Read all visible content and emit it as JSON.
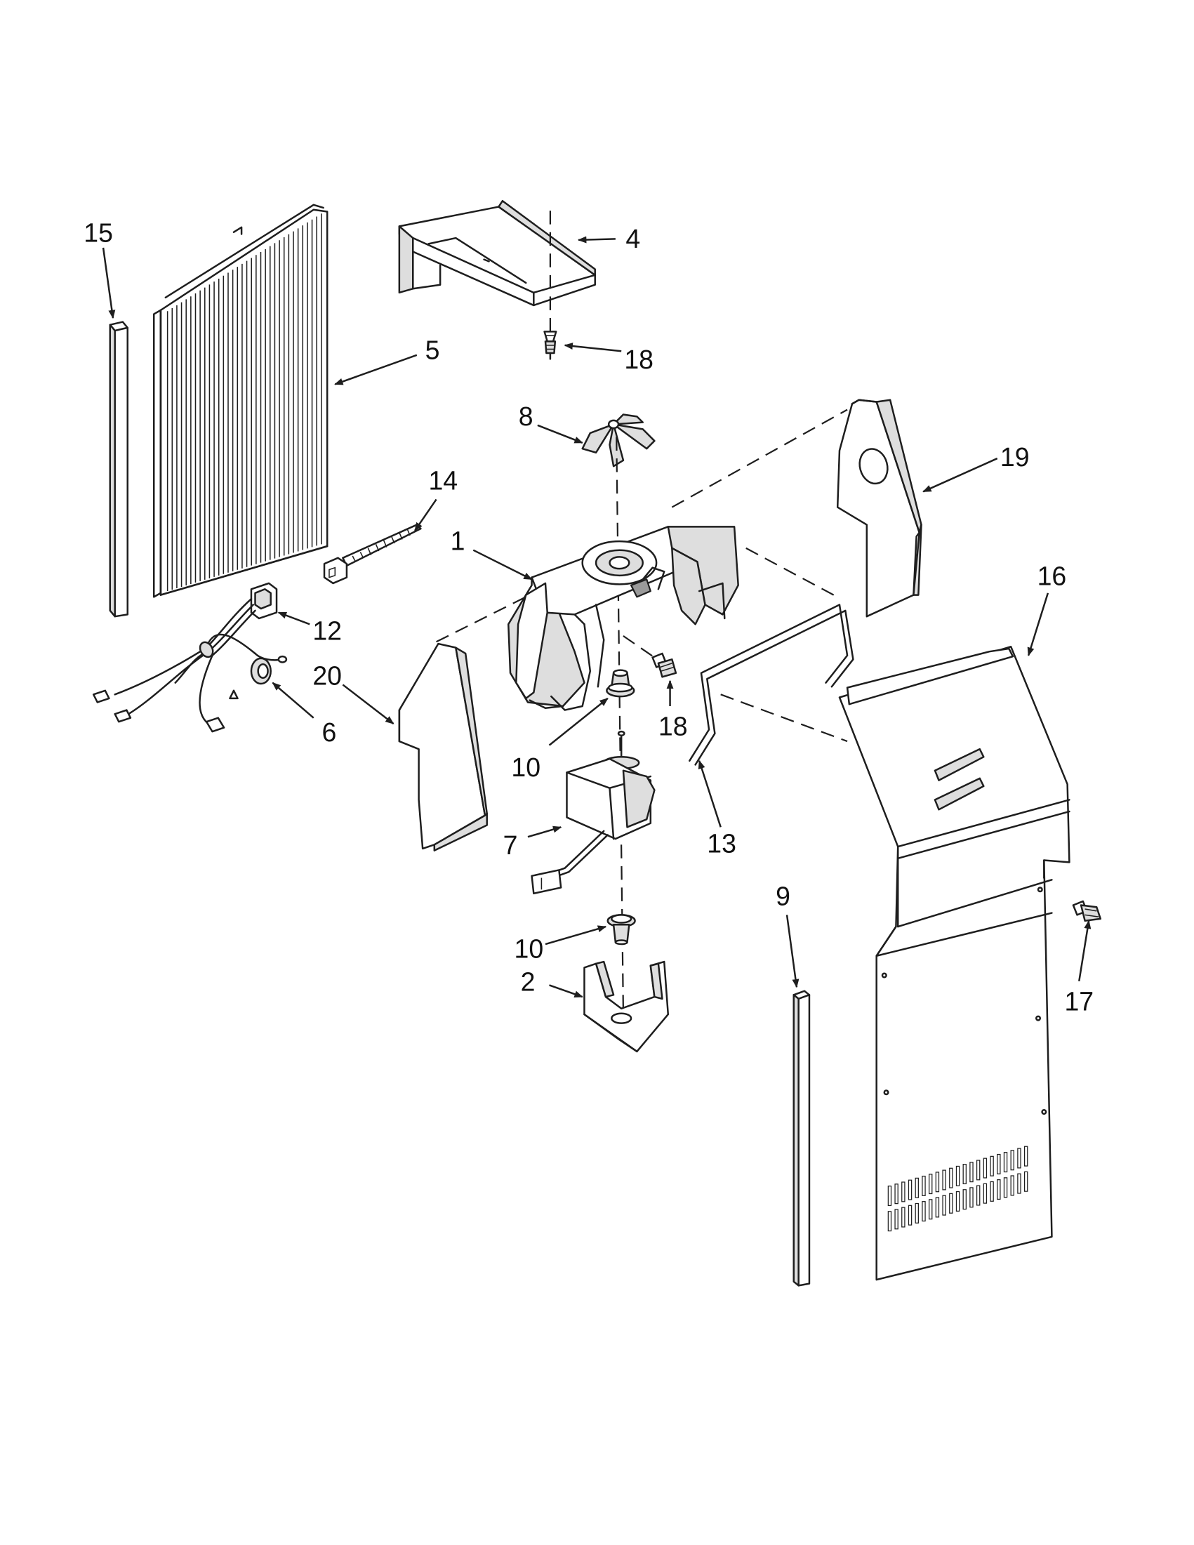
{
  "callouts": [
    {
      "id": "c15",
      "label": "15"
    },
    {
      "id": "c5",
      "label": "5"
    },
    {
      "id": "c4",
      "label": "4"
    },
    {
      "id": "c18a",
      "label": "18"
    },
    {
      "id": "c8",
      "label": "8"
    },
    {
      "id": "c19",
      "label": "19"
    },
    {
      "id": "c14",
      "label": "14"
    },
    {
      "id": "c1",
      "label": "1"
    },
    {
      "id": "c16",
      "label": "16"
    },
    {
      "id": "c12",
      "label": "12"
    },
    {
      "id": "c20",
      "label": "20"
    },
    {
      "id": "c6",
      "label": "6"
    },
    {
      "id": "c18b",
      "label": "18"
    },
    {
      "id": "c10a",
      "label": "10"
    },
    {
      "id": "c13",
      "label": "13"
    },
    {
      "id": "c7",
      "label": "7"
    },
    {
      "id": "c9",
      "label": "9"
    },
    {
      "id": "c17",
      "label": "17"
    },
    {
      "id": "c10b",
      "label": "10"
    },
    {
      "id": "c2",
      "label": "2"
    }
  ]
}
